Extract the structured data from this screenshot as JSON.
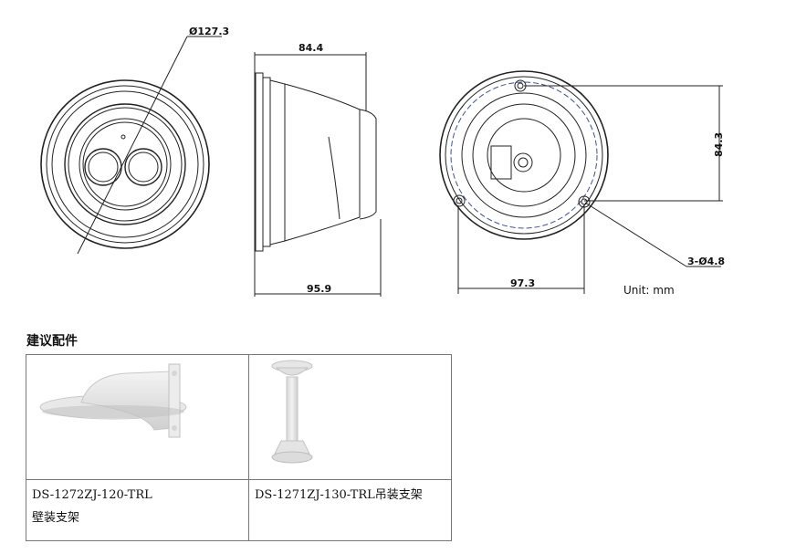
{
  "drawing": {
    "front_diameter": "Ø127.3",
    "side_depth": "84.4",
    "side_height": "95.9",
    "mount_height": "84.3",
    "mount_width": "97.3",
    "holes": "3-Ø4.8",
    "unit": "Unit: mm"
  },
  "accessories": {
    "title": "建议配件",
    "items": [
      {
        "model": "DS-1272ZJ-120-TRL",
        "name": "壁装支架"
      },
      {
        "model": "DS-1271ZJ-130-TRL",
        "name": "吊装支架"
      }
    ]
  }
}
